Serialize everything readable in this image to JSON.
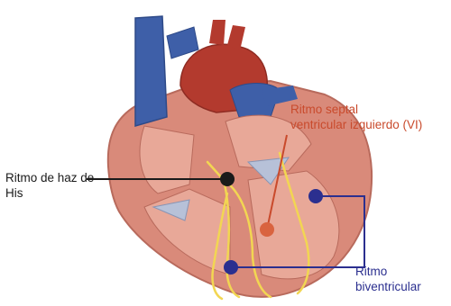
{
  "labels": {
    "his": "Ritmo de haz de His",
    "lv_septal": "Ritmo septal ventricular izquierdo (VI)",
    "lv_septal_line1": "Ritmo septal",
    "lv_septal_line2": "ventricular izquierdo (VI)",
    "biventricular_line1": "Ritmo",
    "biventricular_line2": "biventricular"
  },
  "colors": {
    "his": "#1a1a1a",
    "lv_septal": "#c94a2c",
    "biventricular": "#2b2f8f",
    "conduction": "#f2d652",
    "muscle": "#d98a7a",
    "vessel_blue": "#3e5fa8",
    "vessel_red": "#c0392b"
  }
}
